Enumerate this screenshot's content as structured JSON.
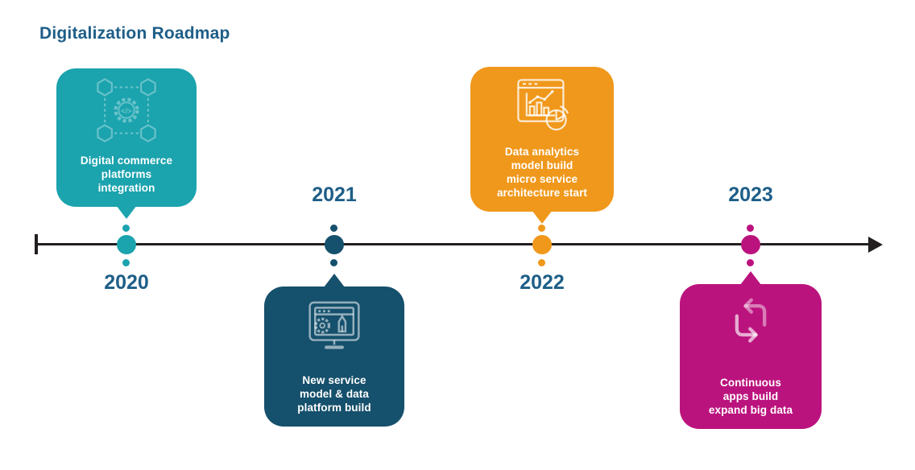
{
  "title": "Digitalization Roadmap",
  "colors": {
    "heading_blue": "#1E5E88",
    "axis_black": "#231F20",
    "teal": "#1BA3AE",
    "navy": "#15506C",
    "orange": "#F0981B",
    "magenta": "#BB137E",
    "caption_white": "#FFFFFF"
  },
  "timeline": {
    "direction": "left-to-right-arrow",
    "milestones": [
      {
        "year": "2020",
        "side": "above",
        "color": "#1BA3AE",
        "icon": "integration-network-icon",
        "lines": [
          "Digital commerce",
          "platforms",
          "integration"
        ]
      },
      {
        "year": "2021",
        "side": "below",
        "color": "#15506C",
        "icon": "service-platform-monitor-icon",
        "lines": [
          "New service",
          "model & data",
          "platform build"
        ]
      },
      {
        "year": "2022",
        "side": "above",
        "color": "#F0981B",
        "icon": "data-analytics-chart-icon",
        "lines": [
          "Data analytics",
          "model build",
          "micro service",
          "architecture start"
        ]
      },
      {
        "year": "2023",
        "side": "below",
        "color": "#BB137E",
        "icon": "continuous-loop-icon",
        "lines": [
          "Continuous",
          "apps build",
          "expand big data"
        ]
      }
    ]
  }
}
